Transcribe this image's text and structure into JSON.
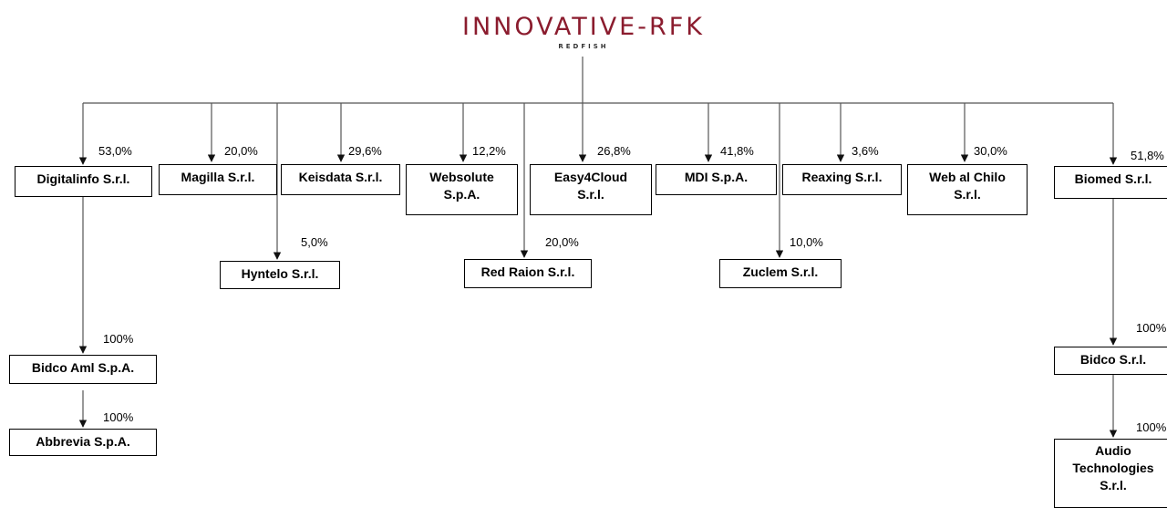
{
  "logo": {
    "name": "INNOVATIVE-RFK",
    "sub": "REDFISH"
  },
  "companies": {
    "digitalinfo": {
      "name": "Digitalinfo S.r.l.",
      "pct": "53,0%"
    },
    "magilla": {
      "name": "Magilla S.r.l.",
      "pct": "20,0%"
    },
    "hyntelo": {
      "name": "Hyntelo S.r.l.",
      "pct": "5,0%"
    },
    "keisdata": {
      "name": "Keisdata S.r.l.",
      "pct": "29,6%"
    },
    "websolute": {
      "name_line1": "Websolute",
      "name_line2": "S.p.A.",
      "pct": "12,2%"
    },
    "redraion": {
      "name": "Red Raion S.r.l.",
      "pct": "20,0%"
    },
    "easy4cloud": {
      "name_line1": "Easy4Cloud",
      "name_line2": "S.r.l.",
      "pct": "26,8%"
    },
    "mdi": {
      "name": "MDI S.p.A.",
      "pct": "41,8%"
    },
    "zuclem": {
      "name": "Zuclem S.r.l.",
      "pct": "10,0%"
    },
    "reaxing": {
      "name": "Reaxing S.r.l.",
      "pct": "3,6%"
    },
    "webalchilo": {
      "name_line1": "Web al Chilo",
      "name_line2": "S.r.l.",
      "pct": "30,0%"
    },
    "biomed": {
      "name": "Biomed S.r.l.",
      "pct": "51,8%"
    },
    "bidcoaml": {
      "name": "Bidco Aml S.p.A.",
      "pct": "100%"
    },
    "abbrevia": {
      "name": "Abbrevia S.p.A.",
      "pct": "100%"
    },
    "bidco": {
      "name": "Bidco S.r.l.",
      "pct": "100%"
    },
    "audiotech": {
      "name_line1": "Audio",
      "name_line2": "Technologies",
      "name_line3": "S.r.l.",
      "pct": "100%"
    }
  },
  "colors": {
    "logo": "#8b1c2e",
    "line": "#555555"
  }
}
